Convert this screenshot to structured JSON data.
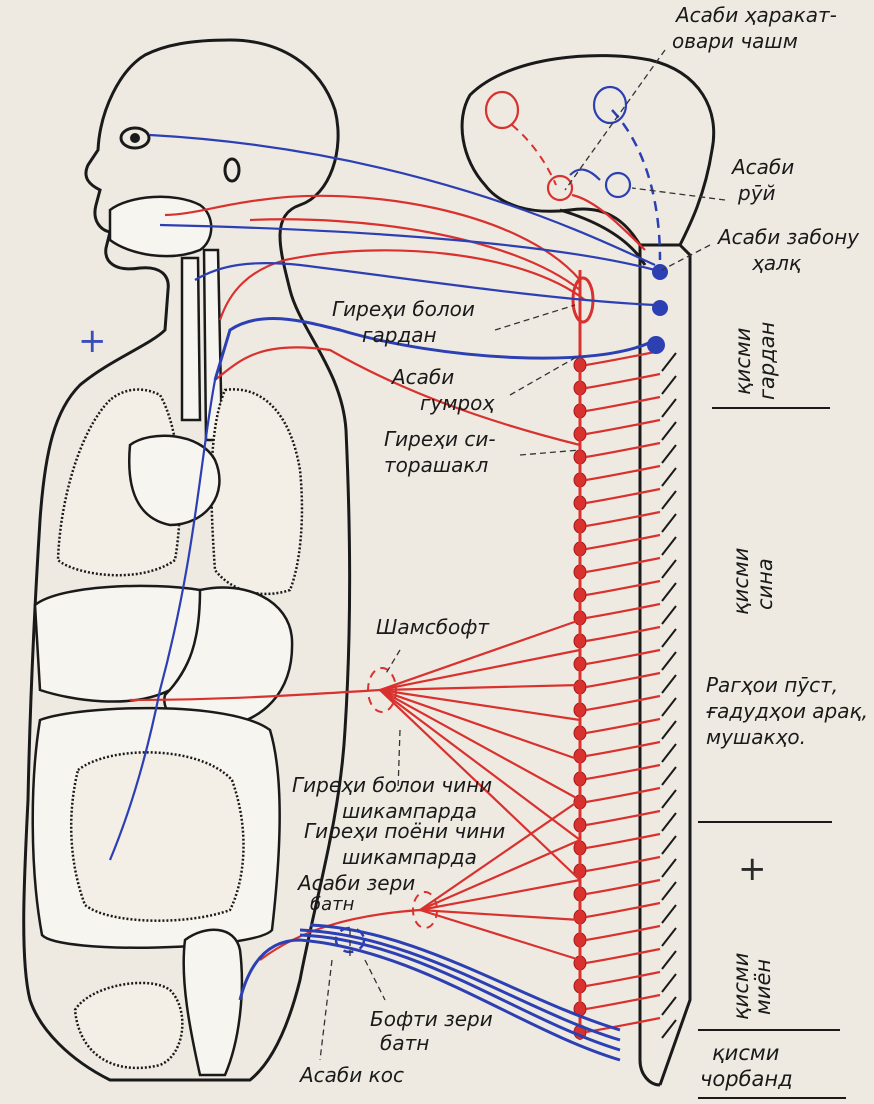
{
  "labels": {
    "oculomotor": [
      "Асаби ҳаракат-",
      "овари чашм"
    ],
    "facial": [
      "Асаби",
      "рӯй"
    ],
    "glossopharyngeal": [
      "Асаби забону",
      "ҳалқ"
    ],
    "superior_cervical_ganglion": [
      "Гиреҳи болои",
      "гардан"
    ],
    "vagus": [
      "Асаби",
      "гумроҳ"
    ],
    "cervicothoracic_ganglion": [
      "Гиреҳи си-",
      "торашакл"
    ],
    "solar_plexus": "Шамсбофт",
    "effectors": [
      "Рагҳои пӯст,",
      "ғадудҳои арақ,",
      "мушакҳо."
    ],
    "superior_mesenteric_ganglion": [
      "Гиреҳи болои чини",
      "шикампарда"
    ],
    "inferior_mesenteric_ganglion": [
      "Гиреҳи поёни чини",
      "шикампарда"
    ],
    "hypogastric_nerve": [
      "Асаби зери",
      "батн"
    ],
    "hypogastric_plexus": [
      "Бофти зери",
      "батн"
    ],
    "pelvic_nerve": "Асаби кос"
  },
  "sections": {
    "cervical": [
      "қисми",
      "гардан"
    ],
    "thoracic": [
      "қисми",
      "сина"
    ],
    "lumbar": [
      "қисми",
      "миён"
    ],
    "sacral": [
      "қисми",
      "чорбанд"
    ]
  },
  "symbols": {
    "plus_left": "+",
    "plus_right": "+"
  },
  "colors": {
    "sympathetic": "#d9312e",
    "parasympathetic": "#2c3fb3",
    "outline": "#1a1a1a"
  }
}
